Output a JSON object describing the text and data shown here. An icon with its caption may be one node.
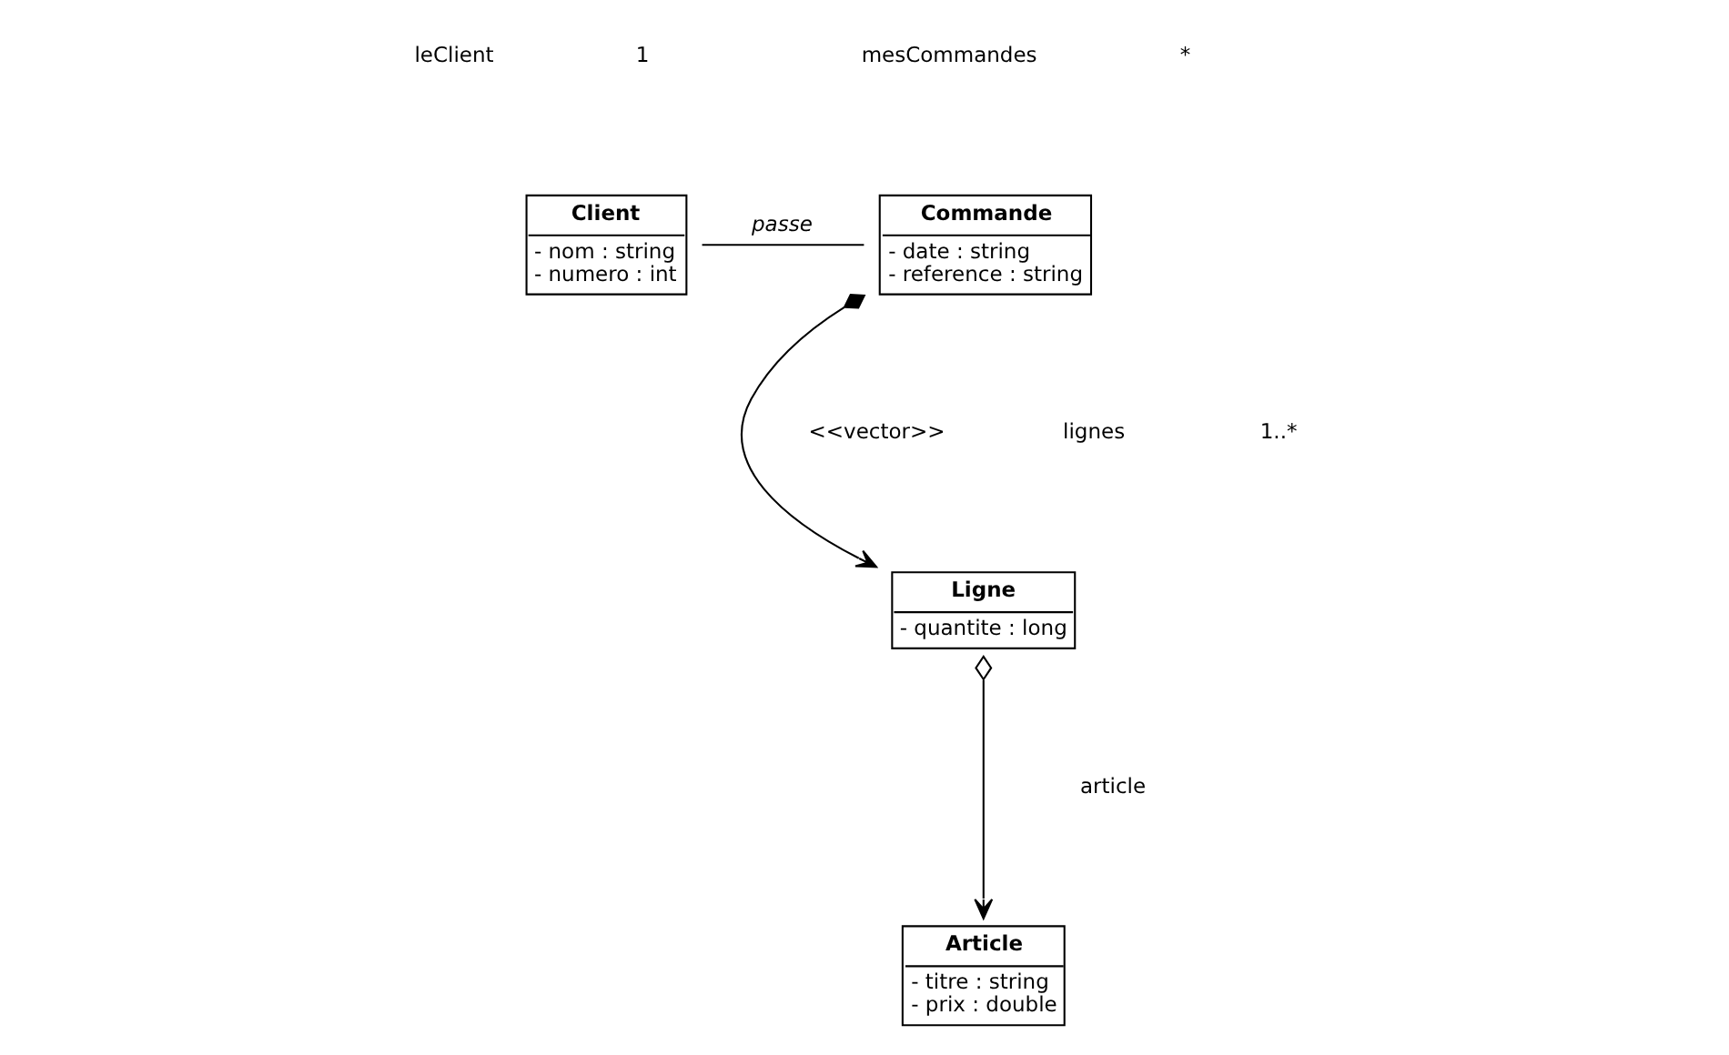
{
  "diagram": {
    "nodes": [
      {
        "text": [
          "Client",
          "- nom : string",
          "- numero : int"
        ]
      },
      {
        "text": [
          "Commande",
          "- date : string",
          "- reference : string"
        ]
      },
      {
        "text": [
          "Ligne",
          "- quantite : long"
        ]
      },
      {
        "text": [
          "Article",
          "- titre : string",
          "- prix : double"
        ]
      }
    ],
    "edges": [
      {
        "from": 0,
        "to": 1,
        "arrow": "none",
        "label": "passe"
      },
      {
        "from": 1,
        "to": 2,
        "arrow": "to"
      },
      {
        "from": 2,
        "to": 3,
        "arrow": "to"
      }
    ],
    "labels": [
      "leClient",
      "1",
      "mesCommandes",
      "*",
      "<<vector>>",
      "lignes",
      "1..*",
      "article"
    ]
  }
}
